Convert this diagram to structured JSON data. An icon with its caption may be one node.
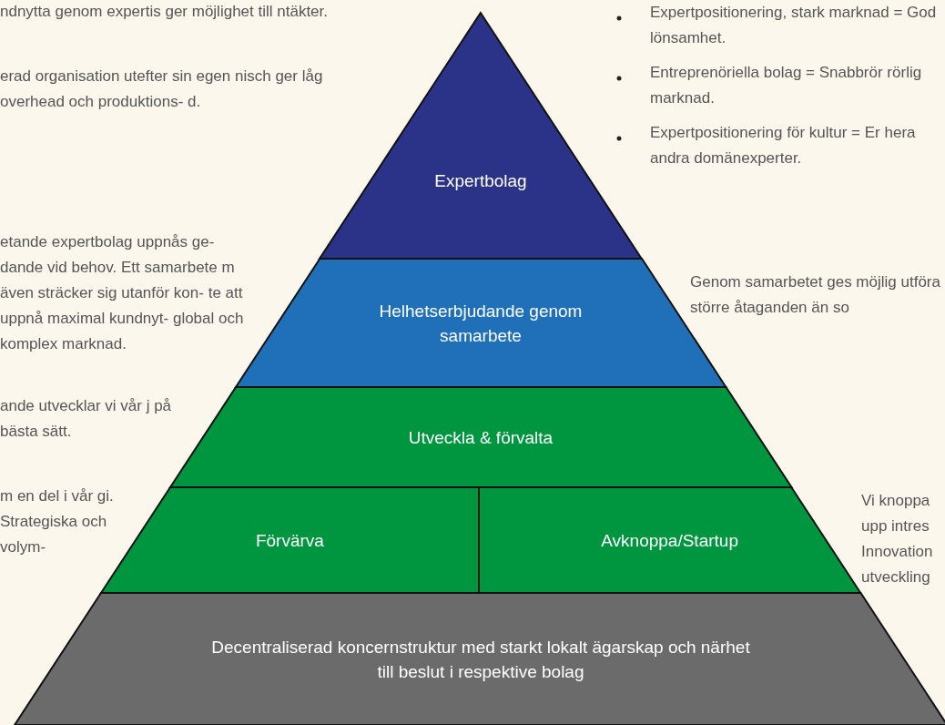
{
  "diagram": {
    "nodes": [
      {
        "text": [
          "Expertbolag"
        ]
      },
      {
        "text": [
          "Helhetserbjudande genom samarbete"
        ]
      },
      {
        "text": [
          "Utveckla & förvalta"
        ]
      },
      {
        "text": [
          "Förvärva"
        ]
      },
      {
        "text": [
          "Avknoppa/Startup"
        ]
      },
      {
        "text": [
          "Decentraliserad koncernstruktur med starkt lokalt ägarskap och närhet till beslut i respektive bolag"
        ]
      }
    ],
    "labels": [
      "ndnytta genom expertis ger möjlighet till ntäkter.",
      "erad organisation utefter sin egen nisch ger låg overhead och produktions- d.",
      "etande expertbolag uppnås ge- dande vid behov. Ett samarbete m även sträcker sig utanför kon- te att uppnå maximal kundnyt- global och komplex marknad.",
      "ande utvecklar vi vår j på bästa sätt.",
      "m en del i vår gi. Strategiska och volym-",
      "Expertpositionering, stark marknad = God lönsamhet.",
      "Entreprenöriella bolag = Snabbrör rörlig marknad.",
      "Expertpositionering för kultur  = Er hera andra domänexperter.",
      "Genom samarbetet ges möjlig utföra större åtaganden än so",
      "Vi knoppa upp intres Innovation utveckling"
    ]
  }
}
